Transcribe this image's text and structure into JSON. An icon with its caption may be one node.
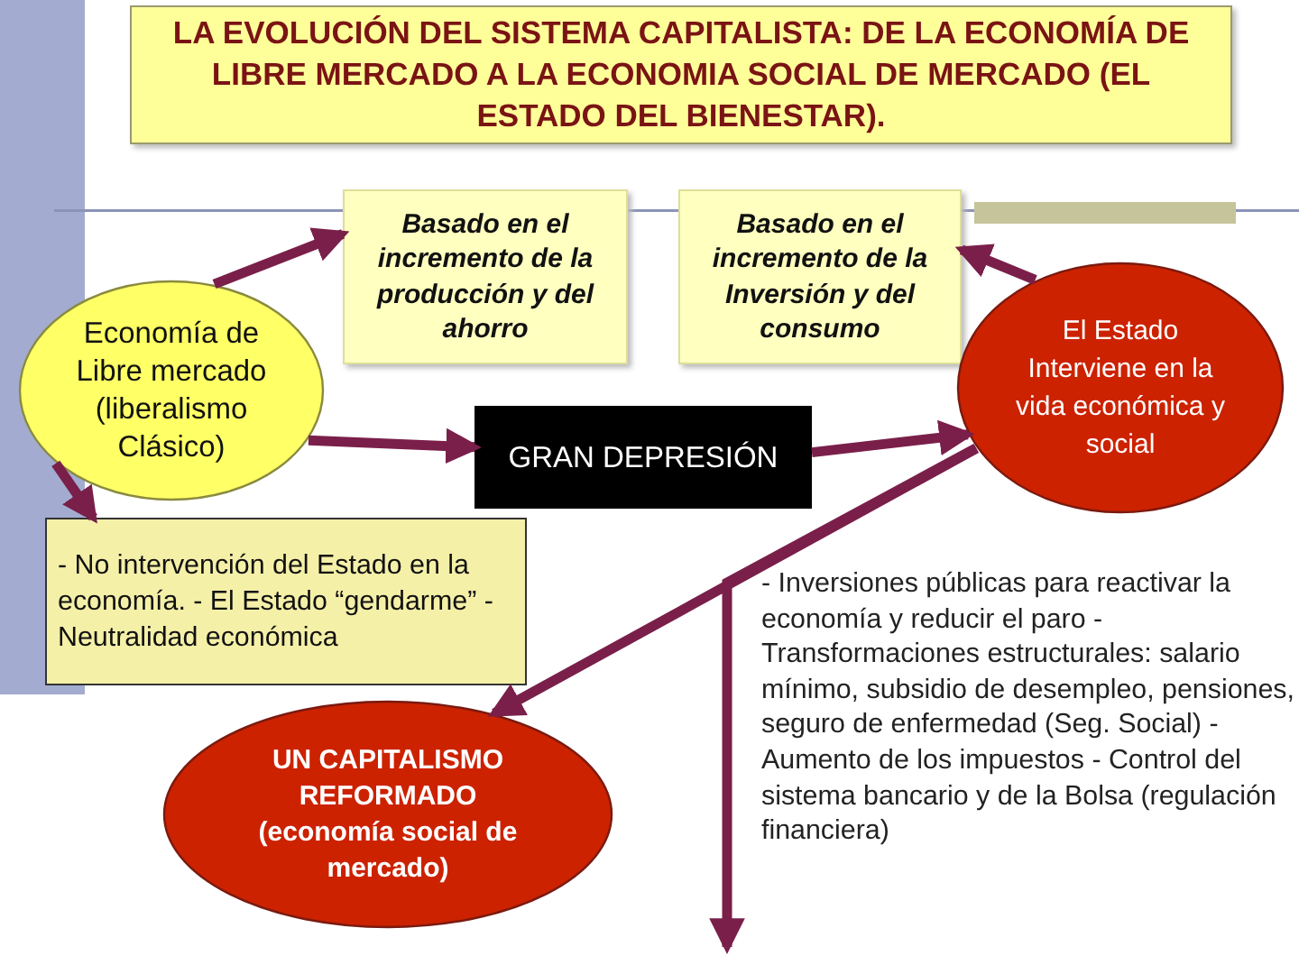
{
  "diagram": {
    "title": "LA EVOLUCIÓN DEL SISTEMA CAPITALISTA: DE LA ECONOMÍA DE LIBRE MERCADO A LA ECONOMIA SOCIAL DE MERCADO (EL ESTADO DEL BIENESTAR).",
    "nodes": [
      {
        "text": [
          "Economía de Libre mercado (liberalismo Clásico)"
        ]
      },
      {
        "text": [
          "Basado en el incremento de la producción y del ahorro"
        ]
      },
      {
        "text": [
          "Basado en el incremento de la Inversión y del consumo"
        ]
      },
      {
        "text": [
          "GRAN DEPRESIÓN"
        ]
      },
      {
        "text": [
          "El Estado Interviene en la vida económica y social"
        ]
      },
      {
        "text": [
          "- No intervención del Estado en la economía. - El Estado “gendarme” - Neutralidad económica"
        ]
      },
      {
        "text": [
          "UN CAPITALISMO REFORMADO (economía social de mercado)"
        ]
      }
    ],
    "edges": [
      {
        "from": 0,
        "to": 1,
        "arrow": "to"
      },
      {
        "from": 4,
        "to": 2,
        "arrow": "to"
      },
      {
        "from": 0,
        "to": 3,
        "arrow": "to"
      },
      {
        "from": 3,
        "to": 4,
        "arrow": "to"
      },
      {
        "from": 0,
        "to": 5,
        "arrow": "to"
      },
      {
        "from": 4,
        "to": 6,
        "arrow": "to"
      },
      {
        "from": 4,
        "to": null,
        "arrow": "to"
      }
    ],
    "labels": [
      "- Inversiones públicas para reactivar la economía y reducir el paro - Transformaciones estructurales: salario mínimo, subsidio de desempleo, pensiones, seguro de enfermedad (Seg. Social) - Aumento de los impuestos - Control del sistema bancario y de la Bolsa (regulación financiera)"
    ]
  }
}
